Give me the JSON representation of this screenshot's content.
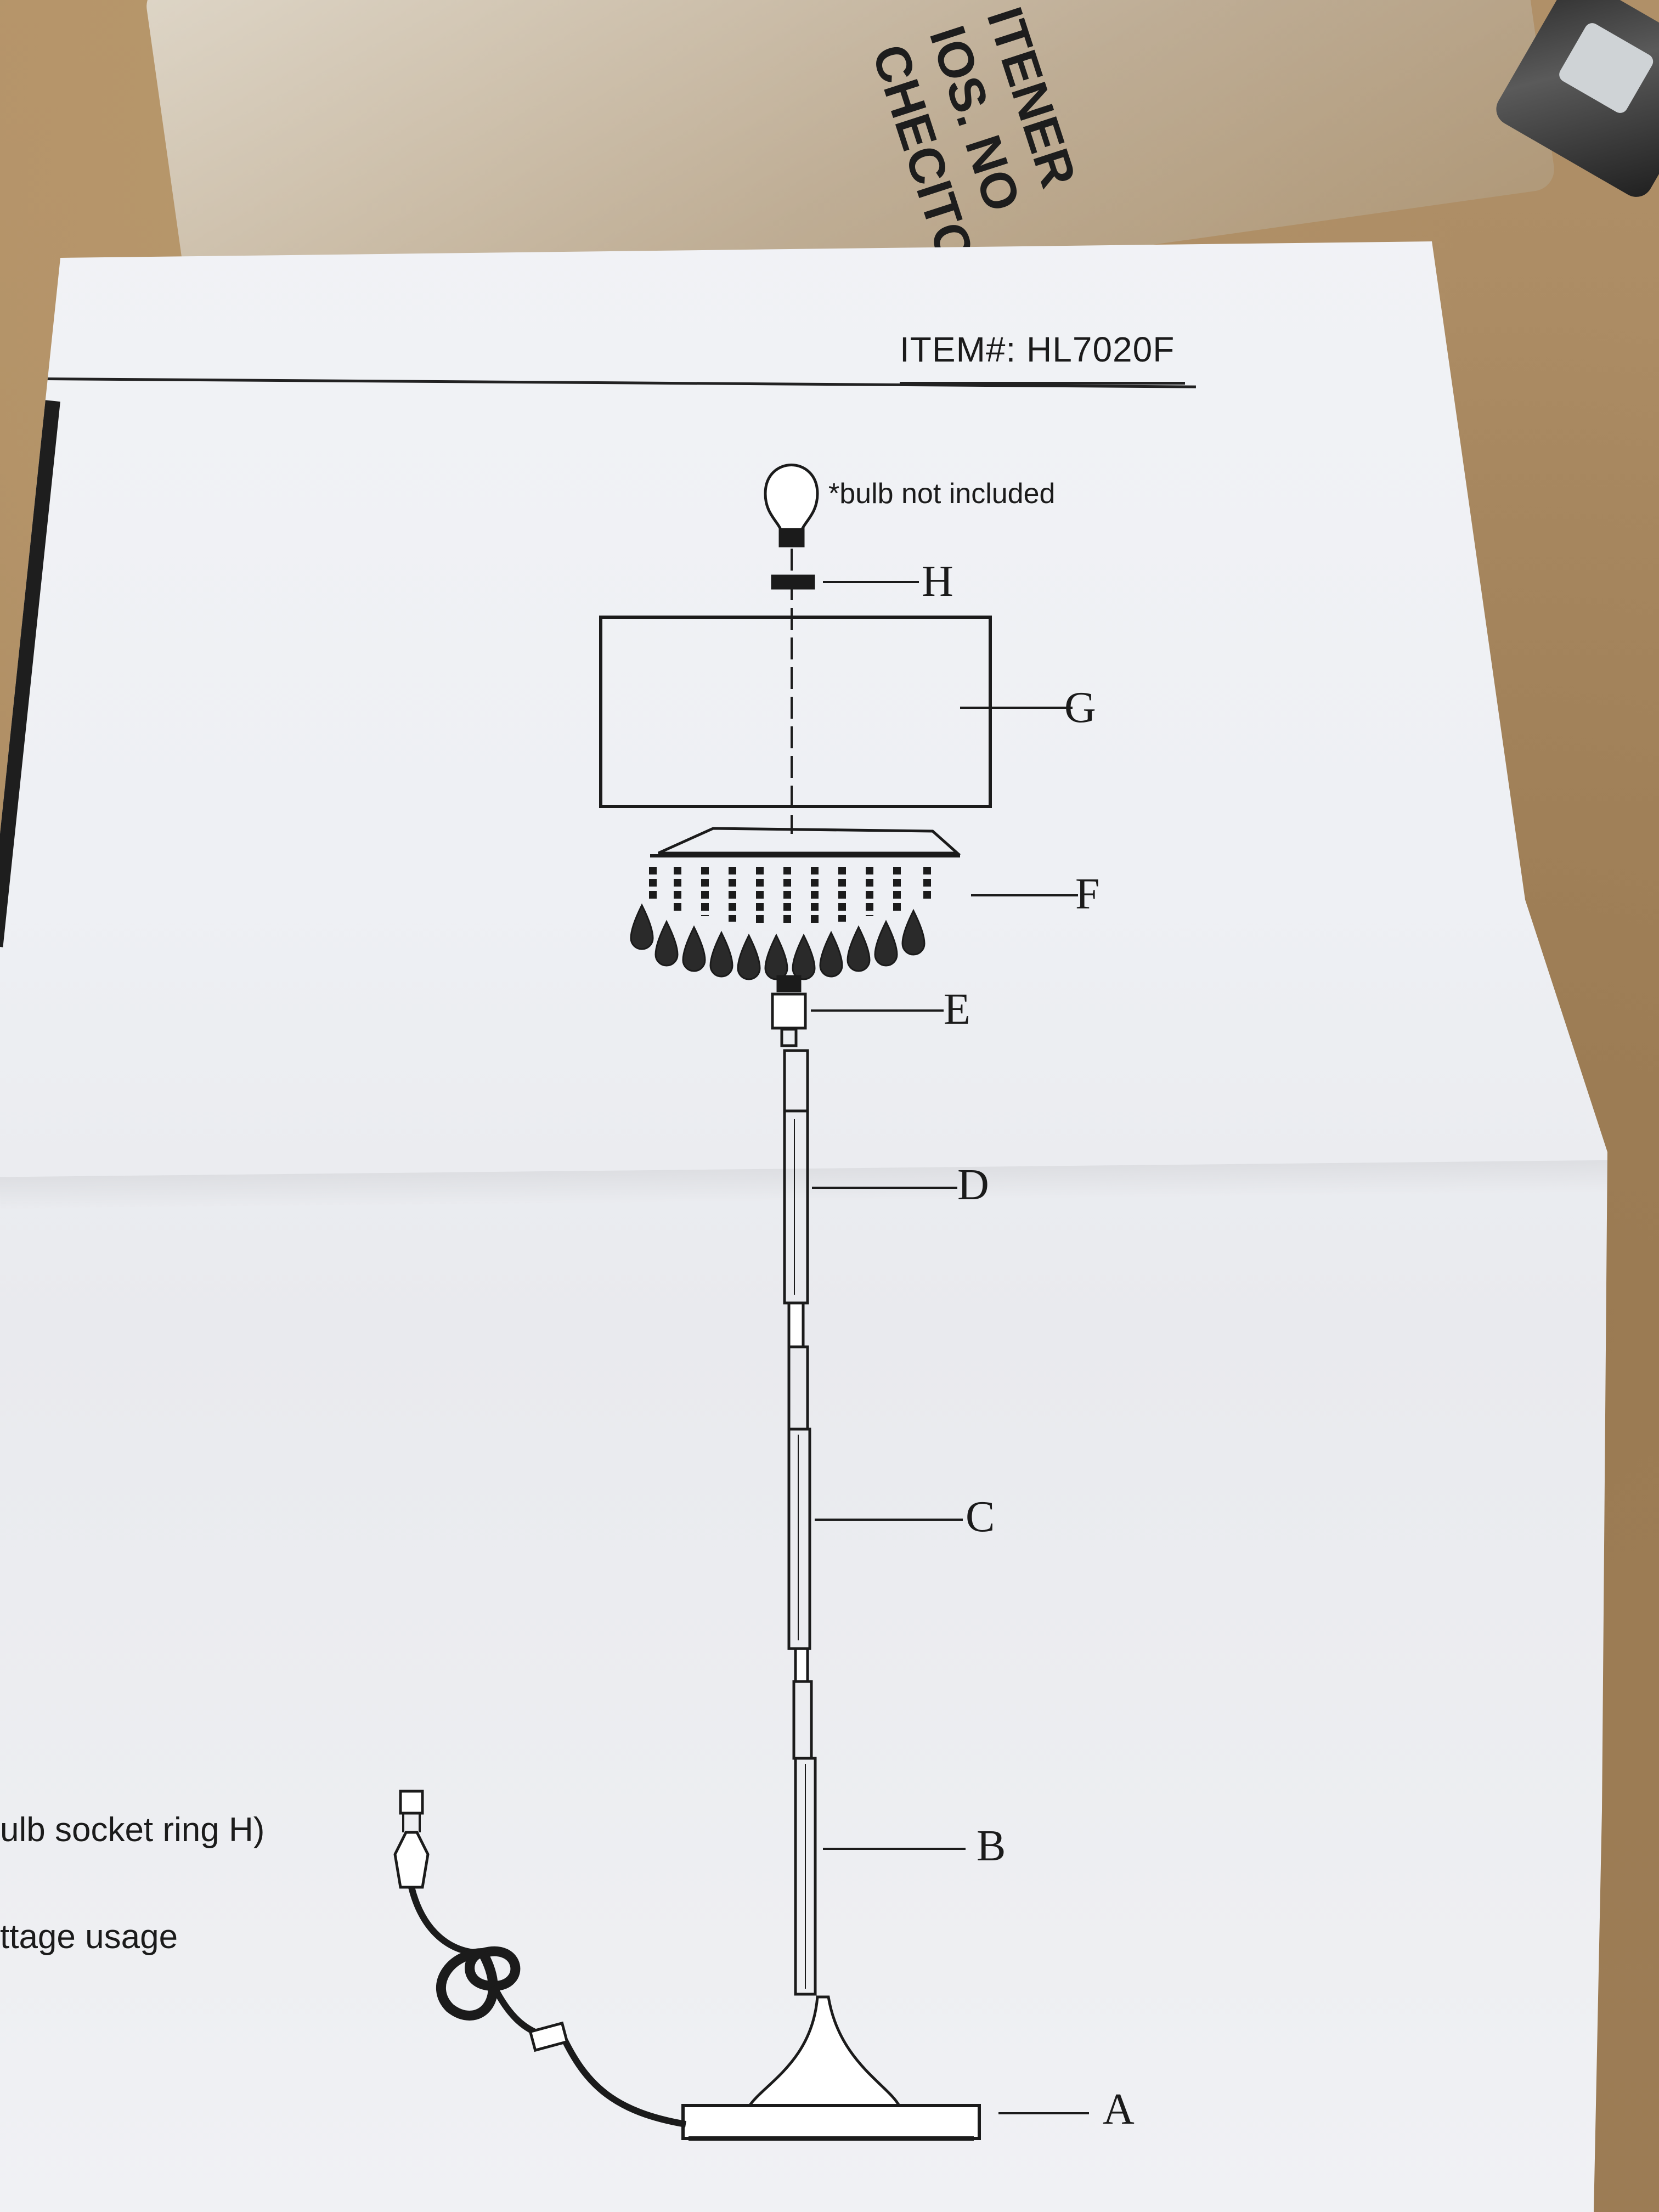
{
  "document": {
    "item_number": "ITEM#: HL7020F",
    "bulb_note": "*bulb not included",
    "parts": {
      "A": "A",
      "B": "B",
      "C": "C",
      "D": "D",
      "E": "E",
      "F": "F",
      "G": "G",
      "H": "H"
    },
    "side_text": {
      "line1": "ulb socket ring H)",
      "line2": "ttage usage"
    }
  },
  "background": {
    "bag_print": "ITENER\nIOS. NO\nCHECITOS."
  },
  "colors": {
    "paper": "#f0f1f4",
    "ink": "#1b1b1b",
    "cardboard": "#a8875f"
  }
}
